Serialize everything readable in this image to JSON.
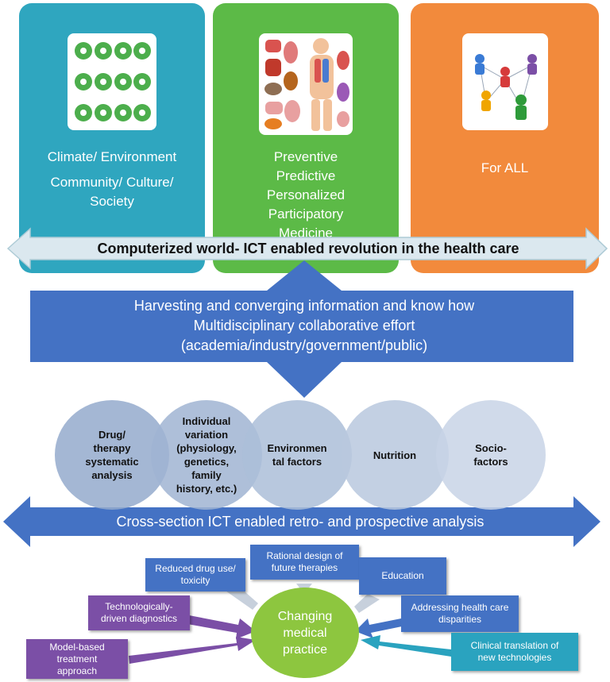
{
  "panels": [
    {
      "lines": [
        "Climate/ Environment",
        "Community/ Culture/",
        "Society"
      ],
      "color": "#2fa6bf",
      "icon": "nature-icons-grid"
    },
    {
      "lines": [
        "Preventive",
        "Predictive",
        "Personalized",
        "Participatory",
        "Medicine"
      ],
      "color": "#5cba47",
      "icon": "human-anatomy-organs"
    },
    {
      "lines": [
        "For ALL"
      ],
      "color": "#f28a3c",
      "icon": "people-network-icon"
    }
  ],
  "top_arrow": {
    "text": "Computerized world- ICT enabled revolution in the health care"
  },
  "center_diamond": {
    "lines": [
      "Harvesting and converging information and know how",
      "Multidisciplinary collaborative effort",
      "(academia/industry/government/public)"
    ]
  },
  "circles": [
    {
      "lines": [
        "Drug/",
        "therapy",
        "systematic",
        "analysis"
      ]
    },
    {
      "lines": [
        "Individual",
        "variation",
        "(physiology,",
        "genetics,",
        "family",
        "history, etc.)"
      ]
    },
    {
      "lines": [
        "Environmen",
        "tal factors"
      ]
    },
    {
      "lines": [
        "Nutrition"
      ]
    },
    {
      "lines": [
        "Socio-",
        "factors"
      ]
    }
  ],
  "bottom_arrow": {
    "text": "Cross-section ICT enabled retro- and prospective analysis"
  },
  "center": {
    "lines": [
      "Changing",
      "medical",
      "practice"
    ]
  },
  "boxes": [
    {
      "lines": [
        "Rational design of",
        "future therapies"
      ]
    },
    {
      "lines": [
        "Reduced drug use/",
        "toxicity"
      ]
    },
    {
      "lines": [
        "Education"
      ]
    },
    {
      "lines": [
        "Technologically-",
        "driven diagnostics"
      ]
    },
    {
      "lines": [
        "Addressing health care",
        "disparities"
      ]
    },
    {
      "lines": [
        "Model-based",
        "treatment",
        "approach"
      ]
    },
    {
      "lines": [
        "Clinical translation of",
        "new technologies"
      ]
    }
  ],
  "colors": {
    "box_blue": "#4472c4",
    "box_purple": "#7b4fa6",
    "box_teal": "#2aa3bf",
    "center_green": "#8dc63f",
    "circle_fill": "#aebed8"
  }
}
